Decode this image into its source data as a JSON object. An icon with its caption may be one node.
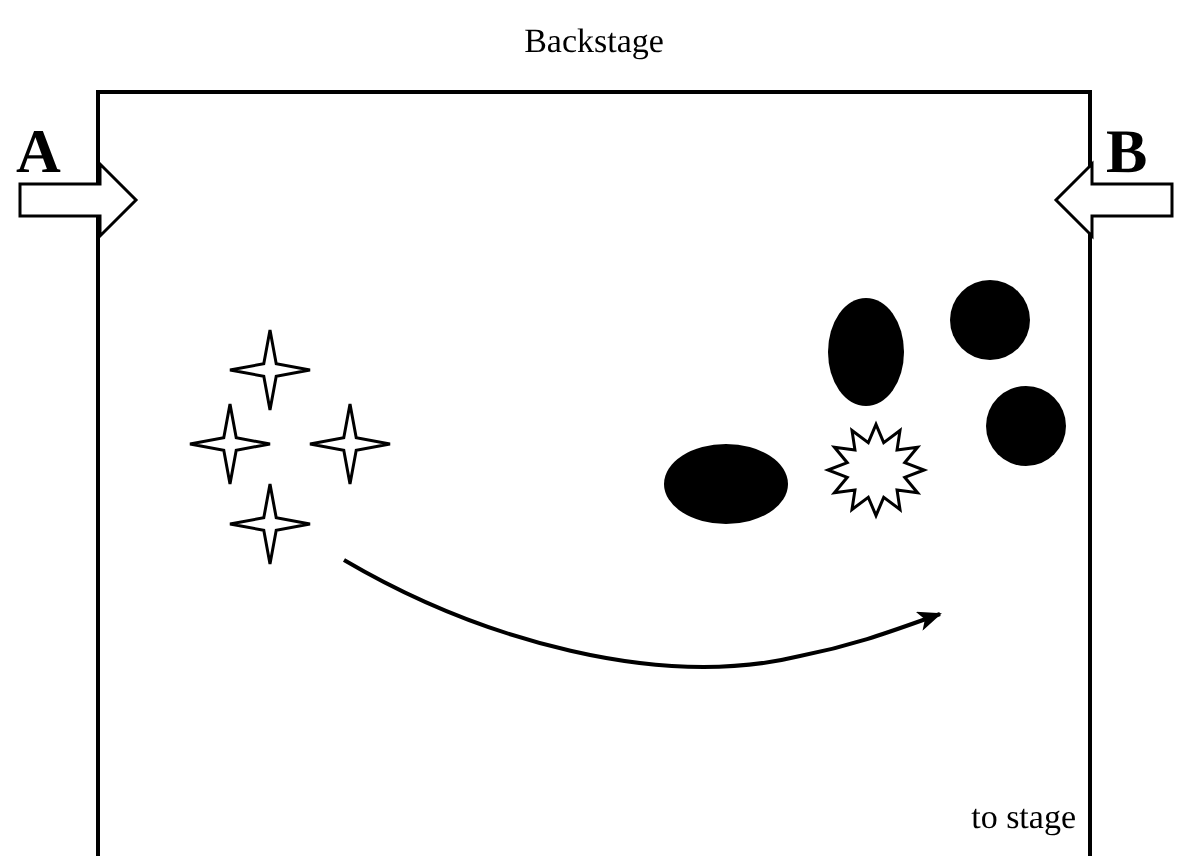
{
  "diagram": {
    "nodes": [
      {
        "text": [
          "Backstage",
          "to stage"
        ]
      },
      {
        "text": [
          "A"
        ]
      },
      {
        "text": [
          "B"
        ]
      }
    ],
    "edges": [
      {
        "from": 1,
        "to": 0,
        "arrow": "to"
      },
      {
        "from": 2,
        "to": 0,
        "arrow": "to"
      }
    ]
  }
}
